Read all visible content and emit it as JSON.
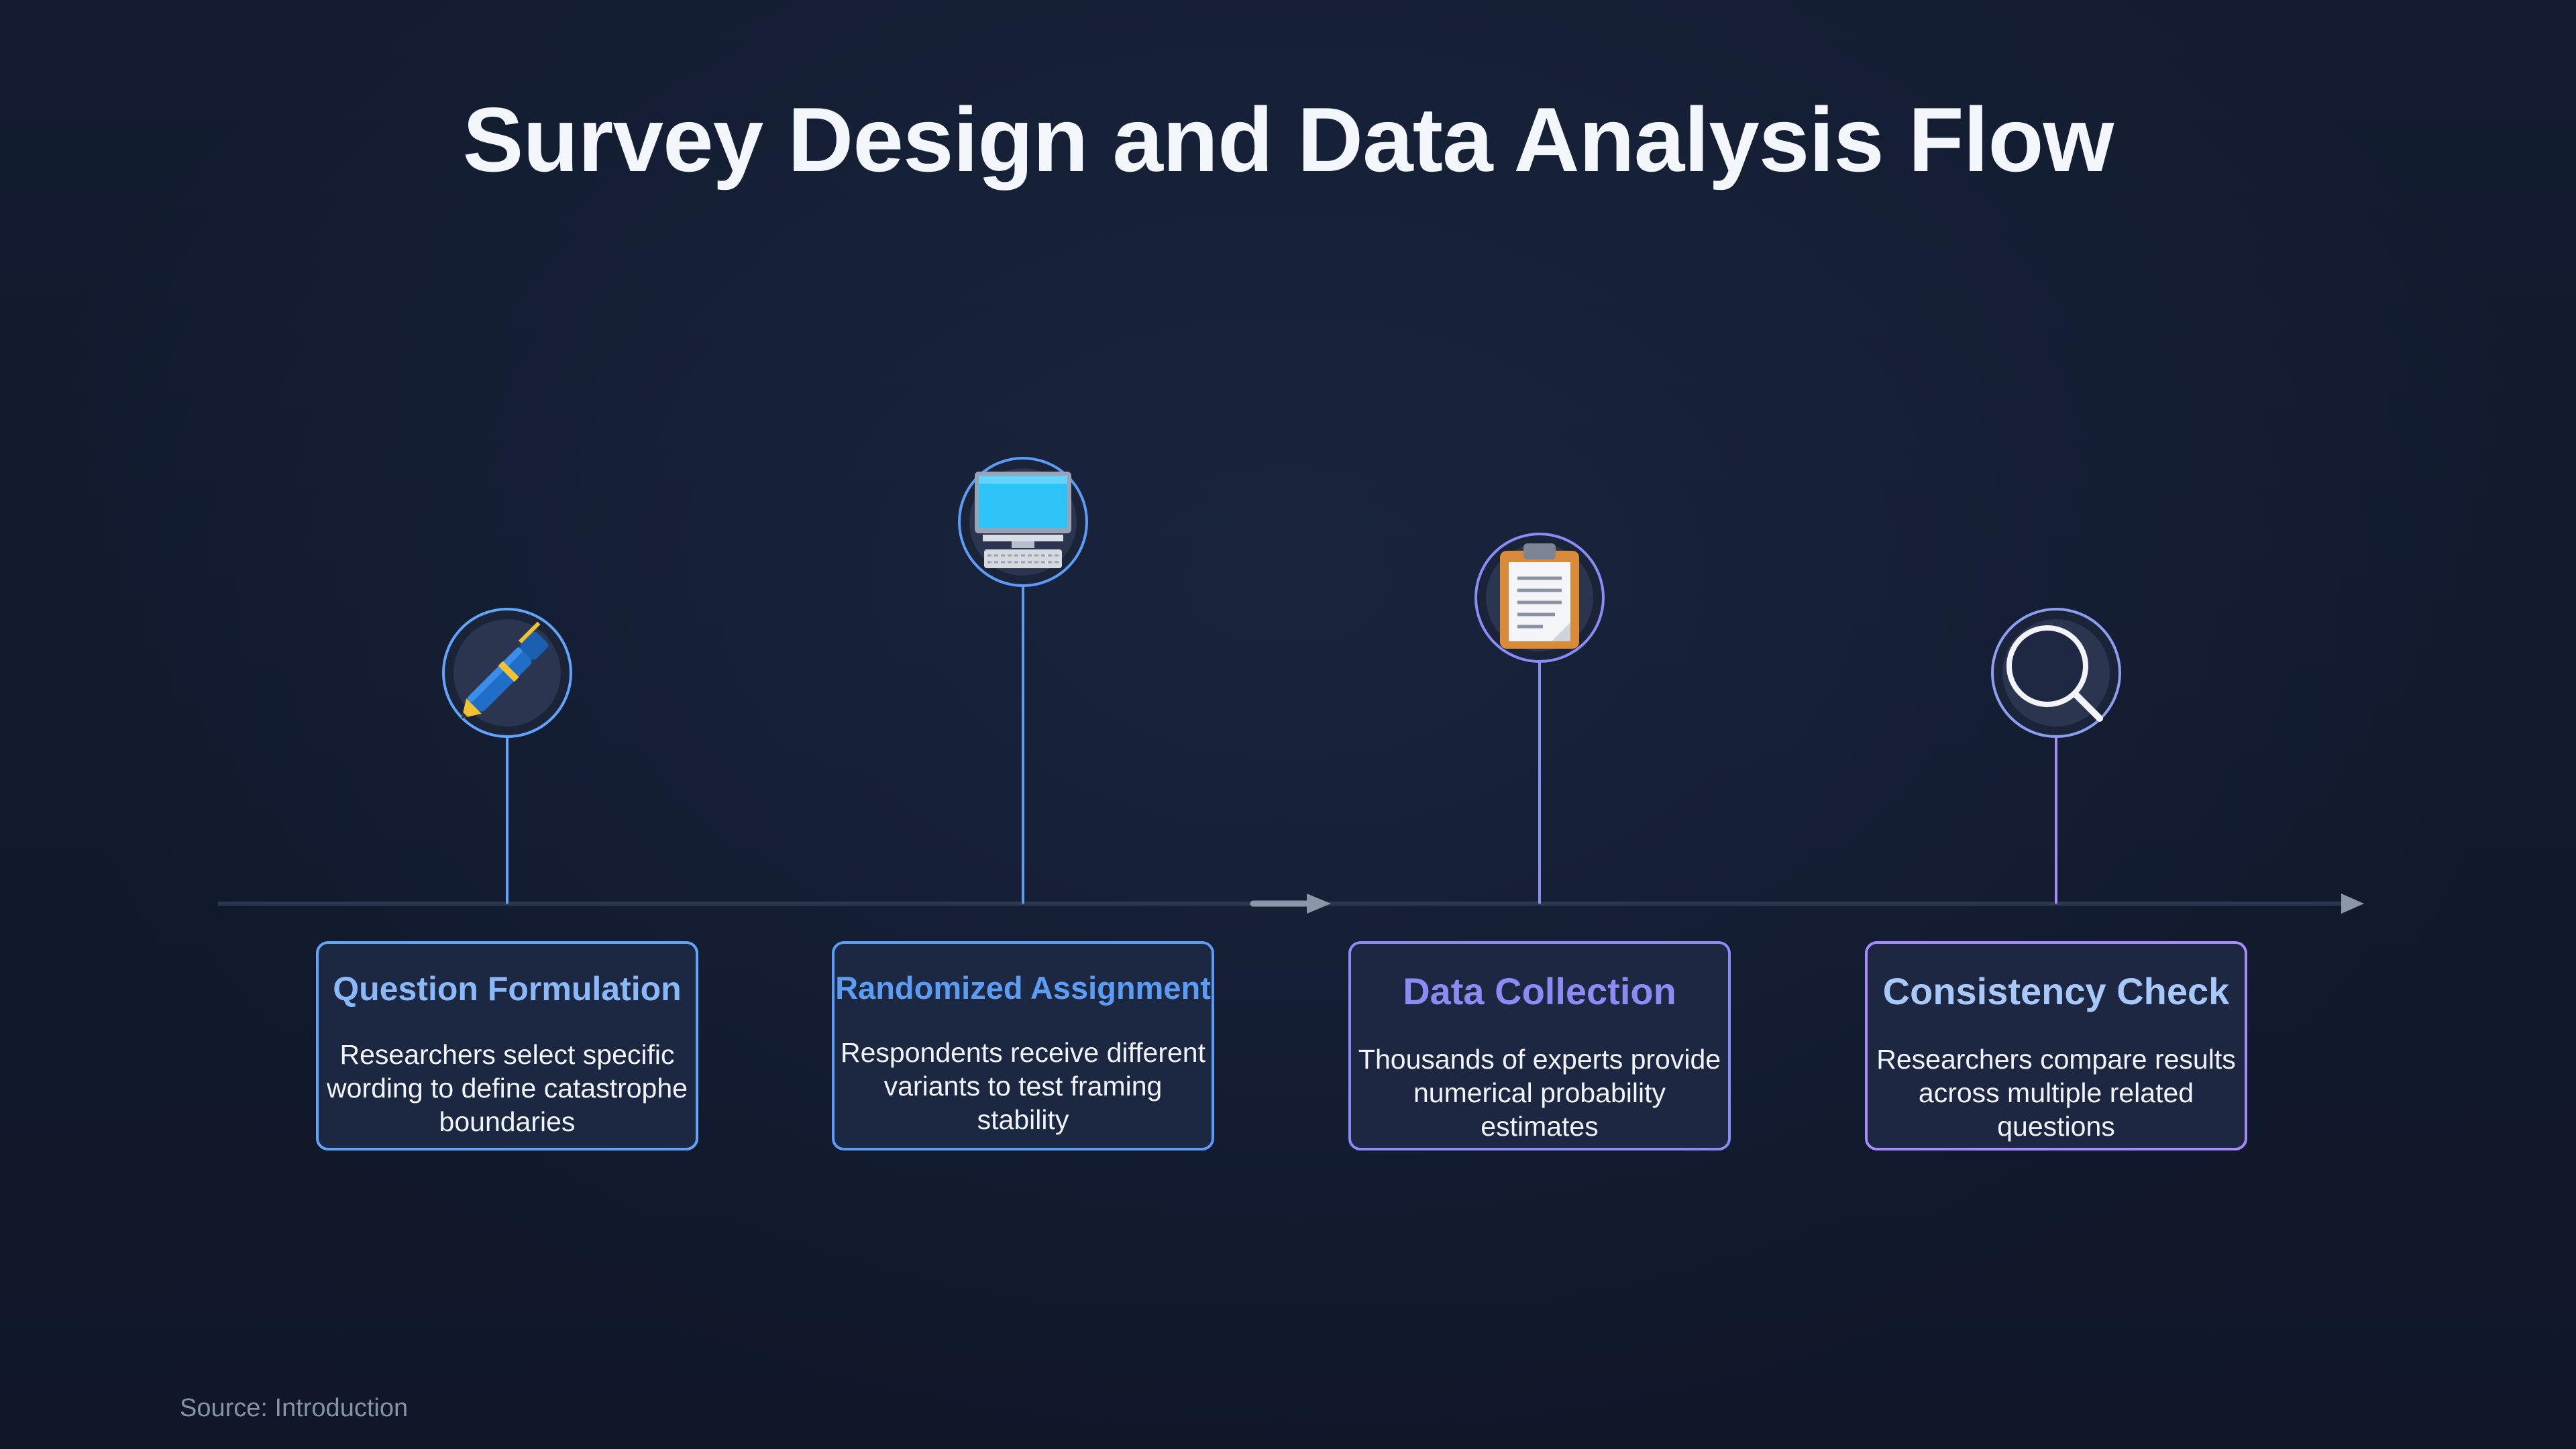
{
  "title": "Survey Design and Data Analysis Flow",
  "source": "Source: Introduction",
  "steps": [
    {
      "title": "Question Formulation",
      "description": "Researchers select specific wording to define catastrophe boundaries",
      "icon": "pen-icon",
      "color": "#60a5fa",
      "title_color": "#8ab8f8"
    },
    {
      "title": "Randomized Assignment",
      "description": "Respondents receive different variants to test framing stability",
      "icon": "computer-icon",
      "color": "#5b9cf5",
      "title_color": "#5b9cf5"
    },
    {
      "title": "Data Collection",
      "description": "Thousands of experts provide numerical probability estimates",
      "icon": "clipboard-icon",
      "color": "#8b8cf3",
      "title_color": "#8b8cf3"
    },
    {
      "title": "Consistency Check",
      "description": "Researchers compare results across multiple related questions",
      "icon": "magnifying-glass-icon",
      "color": "#a78bfa",
      "title_color": "#a6c8fb"
    }
  ],
  "colors": {
    "background": "#111a2e",
    "timeline": "#2c3850",
    "arrow": "#8c96a8"
  }
}
